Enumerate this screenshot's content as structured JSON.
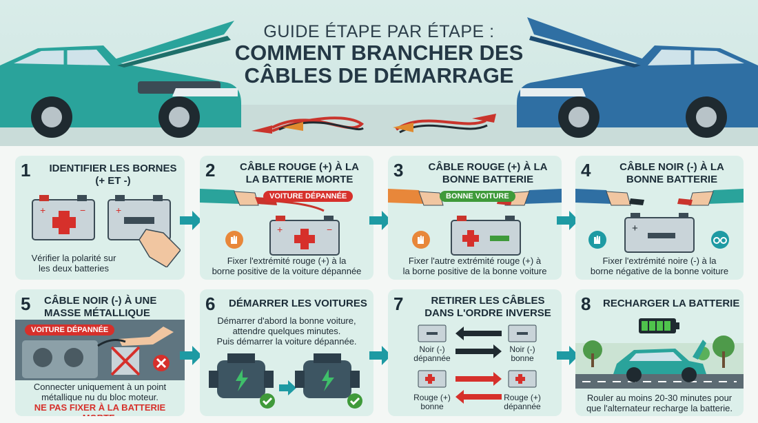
{
  "title": {
    "line1": "GUIDE ÉTAPE PAR ÉTAPE :",
    "line2": "COMMENT BRANCHER DES",
    "line3": "CÂBLES DE DÉMARRAGE"
  },
  "colors": {
    "teal_car": "#2aa39b",
    "blue_car": "#2f6fa3",
    "card_bg": "#dcefea",
    "arrow": "#1e9aa3",
    "red": "#d6302b",
    "green": "#3f9a3a"
  },
  "steps": [
    {
      "num": "1",
      "title_l1": "IDENTIFIER LES BORNES",
      "title_l2": "(+ ET -)",
      "desc_l1": "Vérifier la polarité sur",
      "desc_l2": "les deux batteries"
    },
    {
      "num": "2",
      "title_l1": "CÂBLE ROUGE (+) À LA",
      "title_l2": "LA BATTERIE MORTE",
      "tag": "VOITURE DÉPANNÉE",
      "desc_l1": "Fixer l'extrémité rouge (+) à la",
      "desc_l2": "borne positive de la voiture dépannée"
    },
    {
      "num": "3",
      "title_l1": "CÂBLE ROUGE (+) À LA",
      "title_l2": "BONNE BATTERIE",
      "tag": "BONNE VOITURE",
      "desc_l1": "Fixer l'autre extrémité rouge (+) à",
      "desc_l2": "la borne positive de la bonne voiture"
    },
    {
      "num": "4",
      "title_l1": "CÂBLE NOIR (-) À LA",
      "title_l2": "BONNE BATTERIE",
      "desc_l1": "Fixer l'extrémité noire (-) à la",
      "desc_l2": "borne négative de la bonne voiture"
    },
    {
      "num": "5",
      "title_l1": "CÂBLE NOIR (-) À UNE",
      "title_l2": "MASSE MÉTALLIQUE",
      "tag": "VOITURE DÉPANNÉE",
      "desc_l1": "Connecter uniquement à un point",
      "desc_l2": "métallique nu du bloc moteur.",
      "warning": "NE PAS FIXER À LA BATTERIE MORTE."
    },
    {
      "num": "6",
      "title_l1": "DÉMARRER LES VOITURES",
      "desc_l1": "Démarrer d'abord la bonne voiture,",
      "desc_l2": "attendre quelques minutes.",
      "desc_l3": "Puis démarrer la voiture dépannée."
    },
    {
      "num": "7",
      "title_l1": "RETIRER LES CÂBLES",
      "title_l2": "DANS L'ORDRE INVERSE",
      "labels": [
        "Noir (-)",
        "dépannée",
        "Noir (-)",
        "bonne",
        "Rouge (+)",
        "bonne",
        "Rouge (+)",
        "dépannée"
      ]
    },
    {
      "num": "8",
      "title_l1": "RECHARGER LA BATTERIE",
      "desc_l1": "Rouler au moins 20-30 minutes pour",
      "desc_l2": "que l'alternateur recharge la batterie."
    }
  ]
}
